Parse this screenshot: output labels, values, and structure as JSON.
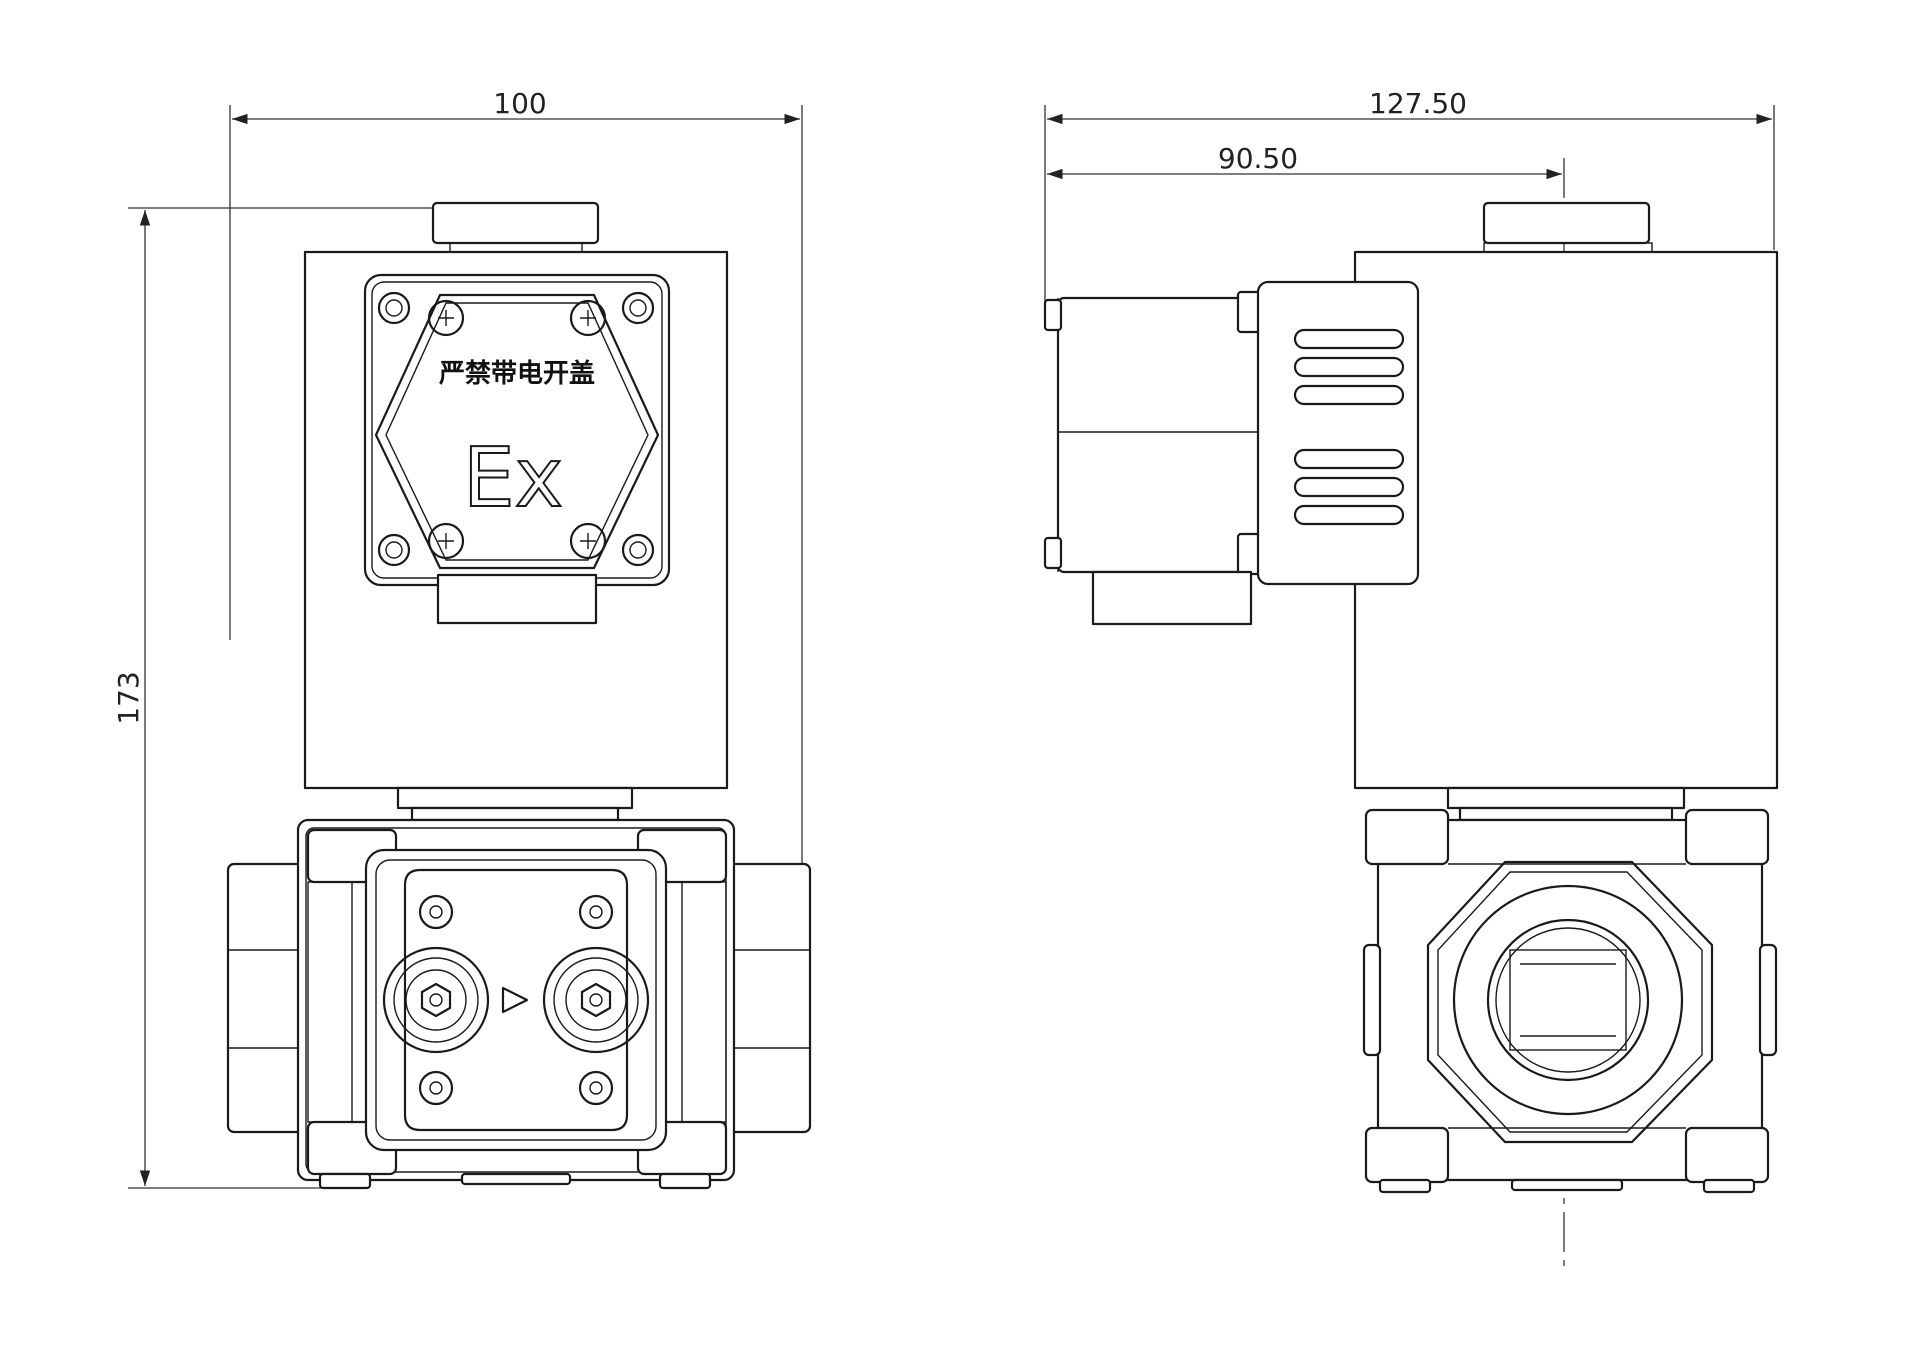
{
  "dimensions": {
    "front_width": "100",
    "front_height": "173",
    "side_total_width": "127.50",
    "side_offset_width": "90.50"
  },
  "labels": {
    "cover_warning": "严禁带电开盖",
    "ex_mark": "Ex"
  }
}
